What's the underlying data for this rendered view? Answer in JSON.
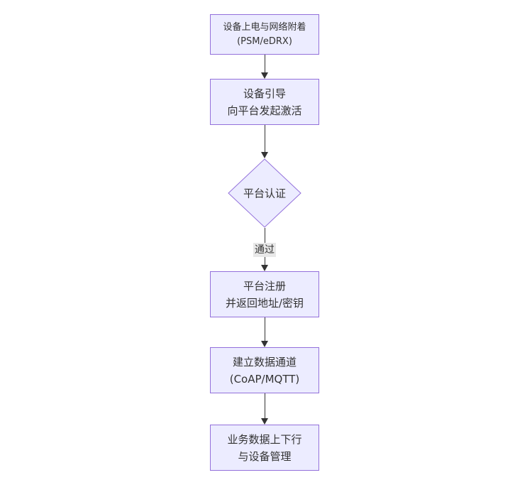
{
  "diagram": {
    "type": "flowchart",
    "direction": "top-down",
    "colors": {
      "background": "#ffffff",
      "node_fill": "#ECECFF",
      "node_border": "#9370DB",
      "edge_line": "#333333",
      "edge_label_bg": "#e8e8e8",
      "text": "#333333"
    },
    "nodes": [
      {
        "id": "power-attach",
        "shape": "rect",
        "lines": [
          "设备上电与网络附着",
          "(PSM/eDRX)"
        ]
      },
      {
        "id": "bootstrap",
        "shape": "rect",
        "lines": [
          "设备引导",
          "向平台发起激活"
        ]
      },
      {
        "id": "auth",
        "shape": "diamond",
        "lines": [
          "平台认证"
        ]
      },
      {
        "id": "register",
        "shape": "rect",
        "lines": [
          "平台注册",
          "并返回地址/密钥"
        ]
      },
      {
        "id": "channel",
        "shape": "rect",
        "lines": [
          "建立数据通道",
          "(CoAP/MQTT)"
        ]
      },
      {
        "id": "business",
        "shape": "rect",
        "lines": [
          "业务数据上下行",
          "与设备管理"
        ]
      }
    ],
    "edges": [
      {
        "from": "power-attach",
        "to": "bootstrap",
        "label": ""
      },
      {
        "from": "bootstrap",
        "to": "auth",
        "label": ""
      },
      {
        "from": "auth",
        "to": "register",
        "label": "通过"
      },
      {
        "from": "register",
        "to": "channel",
        "label": ""
      },
      {
        "from": "channel",
        "to": "business",
        "label": ""
      }
    ]
  }
}
